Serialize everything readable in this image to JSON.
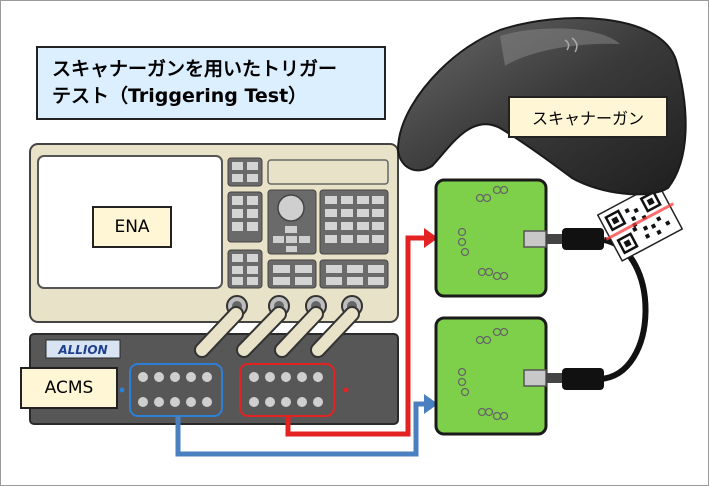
{
  "title": {
    "line1": "スキャナーガンを用いたトリガー",
    "line2": "テスト（Triggering Test）"
  },
  "labels": {
    "ena": "ENA",
    "acms": "ACMS",
    "scanner": "スキャナーガン",
    "brand": "ALLION"
  },
  "colors": {
    "title_bg": "#dcefff",
    "label_bg": "#fff6d5",
    "board_green": "#7ed04a",
    "red_signal": "#e32222",
    "blue_signal": "#4a7fc0",
    "instrument_beige": "#e8e2c8",
    "acms_gray": "#575757"
  }
}
